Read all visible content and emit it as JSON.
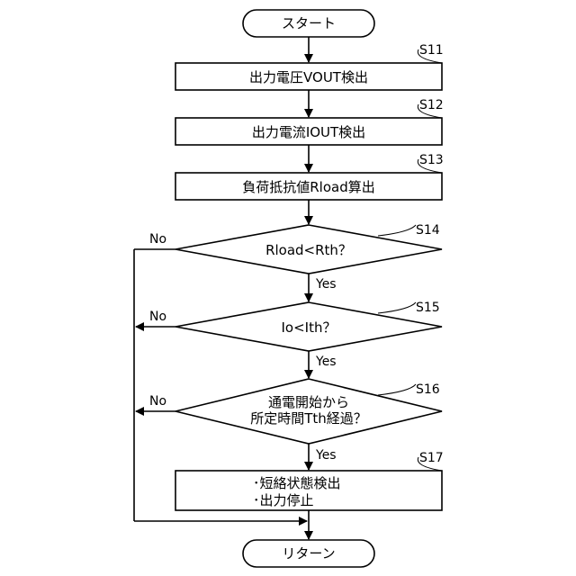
{
  "terminals": {
    "start": "スタート",
    "end": "リターン"
  },
  "steps": {
    "s11": {
      "id": "S11",
      "text": "出力電圧VOUT検出"
    },
    "s12": {
      "id": "S12",
      "text": "出力電流IOUT検出"
    },
    "s13": {
      "id": "S13",
      "text": "負荷抵抗値Rload算出"
    },
    "s14": {
      "id": "S14",
      "text": "Rload<Rth？"
    },
    "s15": {
      "id": "S15",
      "text": "Io<Ith？"
    },
    "s16": {
      "id": "S16",
      "line1": "通電開始から",
      "line2": "所定時間Tth経過？"
    },
    "s17": {
      "id": "S17",
      "line1": "･短絡状態検出",
      "line2": "･出力停止"
    }
  },
  "branch_labels": {
    "yes": "Yes",
    "no": "No"
  }
}
